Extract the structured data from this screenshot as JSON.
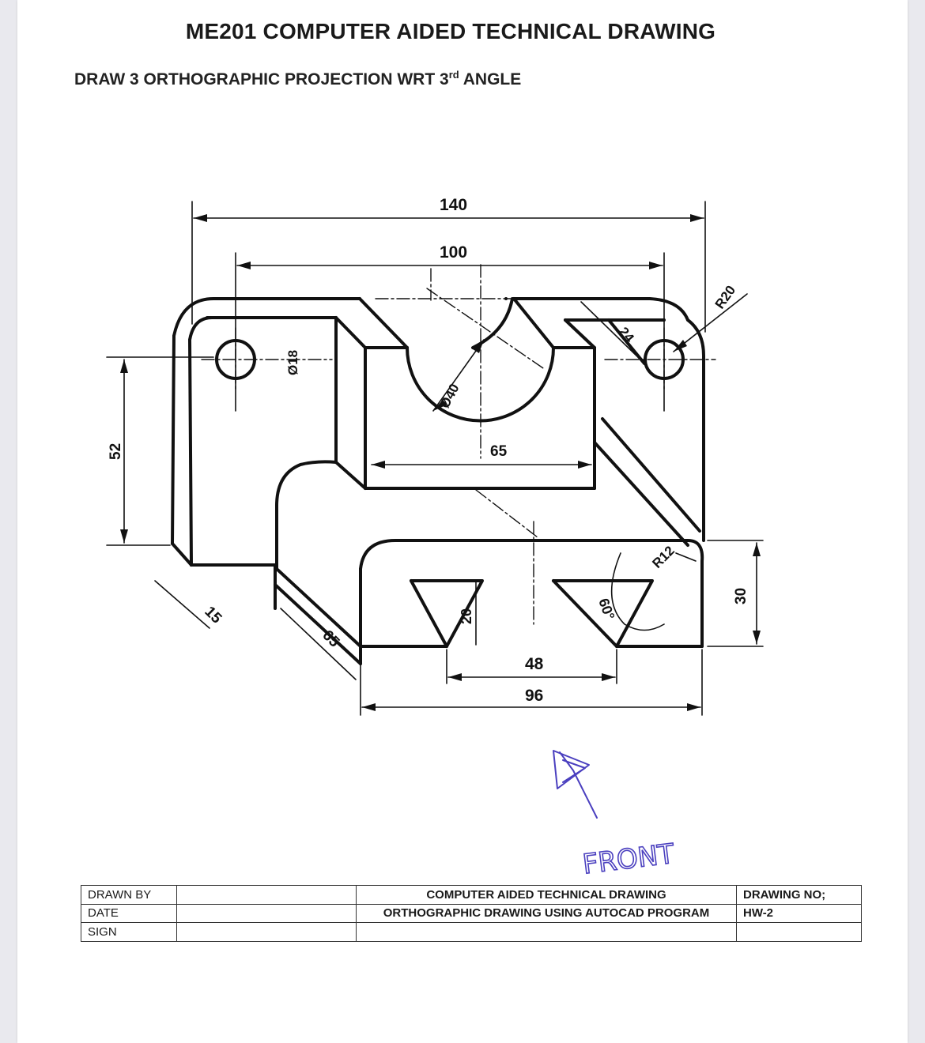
{
  "header": {
    "course_title": "ME201 COMPUTER AIDED TECHNICAL DRAWING",
    "instruction_main": "DRAW 3 ORTHOGRAPHIC PROJECTION WRT 3",
    "instruction_sup": "rd",
    "instruction_end": "ANGLE"
  },
  "drawing": {
    "dimensions": {
      "overall_width": "140",
      "hole_spacing": "100",
      "hole_diameter": "Ø18",
      "slot_radius": "R20",
      "arc_diameter": "Ø40",
      "chamfer_width": "24",
      "block_width": "65",
      "height": "52",
      "base_thickness": "15",
      "depth": "65",
      "fillet_radius": "R12",
      "groove_depth": "20",
      "angle": "60°",
      "slot_bottom_width": "48",
      "lower_width": "96",
      "step_height": "30"
    },
    "view_annotation": "FRONT",
    "annotation_color": "#4a3fbf"
  },
  "title_block": {
    "drawn_by_label": "DRAWN BY",
    "date_label": "DATE",
    "sign_label": "SIGN",
    "title_line1": "COMPUTER AIDED TECHNICAL DRAWING",
    "title_line2": "ORTHOGRAPHIC DRAWING USING AUTOCAD PROGRAM",
    "drawing_no_label": "DRAWING NO;",
    "drawing_no_value": "HW-2"
  }
}
